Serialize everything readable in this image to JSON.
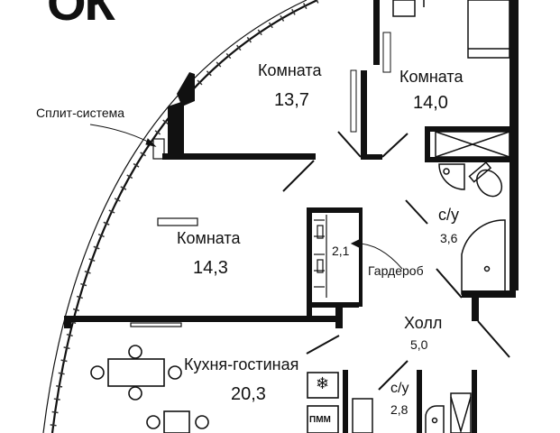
{
  "header": {
    "fragment": "ОК"
  },
  "rooms": [
    {
      "id": "bedroom1",
      "name": "Комната",
      "area": "13,7"
    },
    {
      "id": "bedroom2",
      "name": "Комната",
      "area": "14,0"
    },
    {
      "id": "bedroom3",
      "name": "Комната",
      "area": "14,3"
    },
    {
      "id": "kitchen",
      "name": "Кухня-гостиная",
      "area": "20,3"
    },
    {
      "id": "hall",
      "name": "Холл",
      "area": "5,0"
    },
    {
      "id": "bath1",
      "name": "с/у",
      "area": "3,6"
    },
    {
      "id": "bath2",
      "name": "с/у",
      "area": "2,8"
    },
    {
      "id": "wardrobe",
      "name": "Гардероб",
      "area": "2,1"
    }
  ],
  "annotations": {
    "split_system": "Сплит-система",
    "dishwasher": "ПММ",
    "fridge_symbol": "snowflake-icon"
  },
  "colors": {
    "wall": "#111111",
    "background": "#ffffff",
    "fixture": "#222222"
  }
}
